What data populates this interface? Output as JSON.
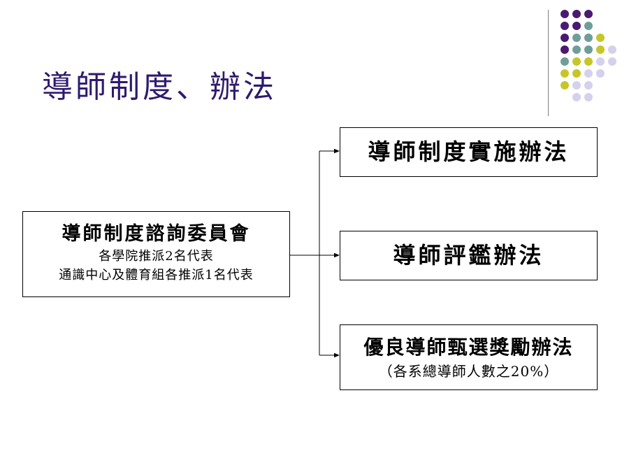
{
  "title": "導師制度、辦法",
  "decoration": {
    "colors": {
      "purple": "#4b1a70",
      "teal": "#6f9e9a",
      "olive": "#c6c62a",
      "lavender": "#d4d1ec"
    },
    "rows": [
      [
        "purple",
        "purple",
        "purple"
      ],
      [
        "purple",
        "purple",
        "teal"
      ],
      [
        "purple",
        "teal",
        "teal",
        "olive"
      ],
      [
        "purple",
        "teal",
        "teal",
        "olive",
        "lavender"
      ],
      [
        "teal",
        "olive",
        "olive",
        "lavender",
        "lavender"
      ],
      [
        "olive",
        "olive",
        "lavender",
        "lavender"
      ],
      [
        "olive",
        "lavender",
        "lavender"
      ],
      [
        "lavender",
        "lavender"
      ]
    ]
  },
  "main_box": {
    "heading": "導師制度諮詢委員會",
    "line1": "各學院推派2名代表",
    "line2": "通識中心及體育組各推派1名代表"
  },
  "right_boxes": [
    {
      "heading": "導師制度實施辦法"
    },
    {
      "heading": "導師評鑑辦法"
    },
    {
      "heading": "優良導師甄選獎勵辦法",
      "note": "（各系總導師人數之20%）"
    }
  ]
}
